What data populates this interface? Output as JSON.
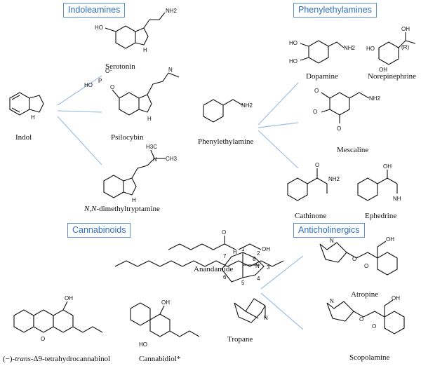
{
  "categories": {
    "indoleamines": "Indoleamines",
    "phenylethylamines": "Phenylethylamines",
    "cannabinoids": "Cannabinoids",
    "anticholinergics": "Anticholinergics"
  },
  "compounds": {
    "serotonin": "Serotonin",
    "indol": "Indol",
    "psilocybin": "Psilocybin",
    "dmt_prefix": "N,N",
    "dmt_suffix": "-dimethyltryptamine",
    "phenylethylamine": "Phenylethylamine",
    "dopamine": "Dopamine",
    "norepinephrine": "Norepinephrine",
    "mescaline": "Mescaline",
    "cathinone": "Cathinone",
    "ephedrine": "Ephedrine",
    "anandamide": "Anandamide",
    "thc_prefix": "(−)-",
    "thc_italic": "trans",
    "thc_suffix": "-Δ9-tetrahydrocannabinol",
    "cannabidiol": "Cannabidiol*",
    "tropane": "Tropane",
    "atropine": "Atropine",
    "scopolamine": "Scopolamine"
  },
  "atoms": {
    "nh2": "NH2",
    "nh": "NH",
    "n": "N",
    "h": "H",
    "ho": "HO",
    "oh": "OH",
    "o": "O",
    "o_minus": "O⁻",
    "hop": "HO",
    "p": "P",
    "ch3": "CH3",
    "h3c": "H3C",
    "r": "(R)",
    "tropane_numbers": [
      "1",
      "2",
      "3",
      "4",
      "5",
      "6",
      "7",
      "8"
    ]
  }
}
